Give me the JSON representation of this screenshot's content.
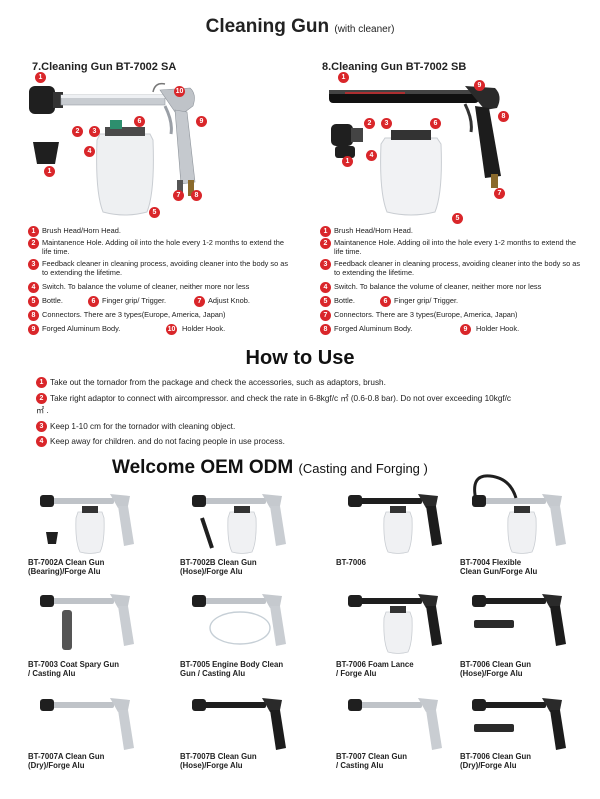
{
  "header": {
    "title": "Cleaning Gun",
    "subtitle": "(with cleaner)"
  },
  "models": [
    {
      "heading": "7.Cleaning Gun BT-7002 SA",
      "features": [
        {
          "n": "1",
          "text": "Brush Head/Horn Head."
        },
        {
          "n": "2",
          "text": "Maintanence Hole.  Adding oil into the hole every 1-2 months to extend the life time."
        },
        {
          "n": "3",
          "text": "Feedback cleaner in cleaning process, avoiding cleaner into the body so as to extending the lifetime."
        },
        {
          "n": "4",
          "text": "Switch. To balance the volume of cleaner, neither more nor less"
        },
        {
          "n": "5",
          "text": "Bottle."
        },
        {
          "n": "6",
          "text": "Finger grip/ Trigger."
        },
        {
          "n": "7",
          "text": "Adjust Knob."
        },
        {
          "n": "8",
          "text": "Connectors. There are 3 types(Europe, America, Japan)"
        },
        {
          "n": "9",
          "text": "Forged Aluminum Body."
        },
        {
          "n": "10",
          "text": "Holder Hook."
        }
      ]
    },
    {
      "heading": "8.Cleaning Gun BT-7002 SB",
      "features": [
        {
          "n": "1",
          "text": "Brush Head/Horn Head."
        },
        {
          "n": "2",
          "text": "Maintanence Hole.  Adding oil into the hole every 1-2 months to extend the life time."
        },
        {
          "n": "3",
          "text": "Feedback cleaner in cleaning process, avoiding cleaner into the body so as to extending the lifetime."
        },
        {
          "n": "4",
          "text": "Switch. To balance the volume of cleaner, neither more nor less"
        },
        {
          "n": "5",
          "text": "Bottle."
        },
        {
          "n": "6",
          "text": "Finger grip/ Trigger."
        },
        {
          "n": "7",
          "text": "Connectors. There are 3 types(Europe, America, Japan)"
        },
        {
          "n": "8",
          "text": "Forged Aluminum Body."
        },
        {
          "n": "9",
          "text": "Holder Hook."
        }
      ]
    }
  ],
  "how_to_use": {
    "title": "How to Use",
    "steps": [
      {
        "n": "1",
        "text": "Take out the tornador from the package and check the accessories, such as adaptors, brush."
      },
      {
        "n": "2",
        "text": "Take right adaptor to connect with aircompressor. and check the rate in 6-8kgf/c ㎡ (0.6-0.8 bar). Do not over exceeding 10kgf/c ㎡ ."
      },
      {
        "n": "3",
        "text": "Keep 1-10 cm for the tornador with cleaning object."
      },
      {
        "n": "4",
        "text": "Keep away for children. and do not facing people in use process."
      }
    ]
  },
  "oem": {
    "title": "Welcome OEM ODM",
    "subtitle": "(Casting and Forging )",
    "products": [
      {
        "l1": "BT-7002A Clean Gun",
        "l2": "(Bearing)/Forge Alu"
      },
      {
        "l1": "BT-7002B Clean Gun",
        "l2": "(Hose)/Forge Alu"
      },
      {
        "l1": "BT-7006",
        "l2": ""
      },
      {
        "l1": "BT-7004 Flexible",
        "l2": "Clean Gun/Forge Alu"
      },
      {
        "l1": "BT-7003 Coat Spary Gun",
        "l2": "/ Casting Alu"
      },
      {
        "l1": "BT-7005  Engine Body Clean",
        "l2": "Gun / Casting Alu"
      },
      {
        "l1": "BT-7006 Foam Lance",
        "l2": "/ Forge Alu"
      },
      {
        "l1": "BT-7006 Clean Gun",
        "l2": "(Hose)/Forge Alu"
      },
      {
        "l1": "BT-7007A Clean Gun",
        "l2": "(Dry)/Forge Alu"
      },
      {
        "l1": "BT-7007B Clean Gun",
        "l2": "(Hose)/Forge Alu"
      },
      {
        "l1": "BT-7007 Clean Gun",
        "l2": "/ Casting Alu"
      },
      {
        "l1": "BT-7006 Clean Gun",
        "l2": "(Dry)/Forge Alu"
      }
    ]
  },
  "colors": {
    "accent": "#d9262a",
    "text": "#222222"
  }
}
